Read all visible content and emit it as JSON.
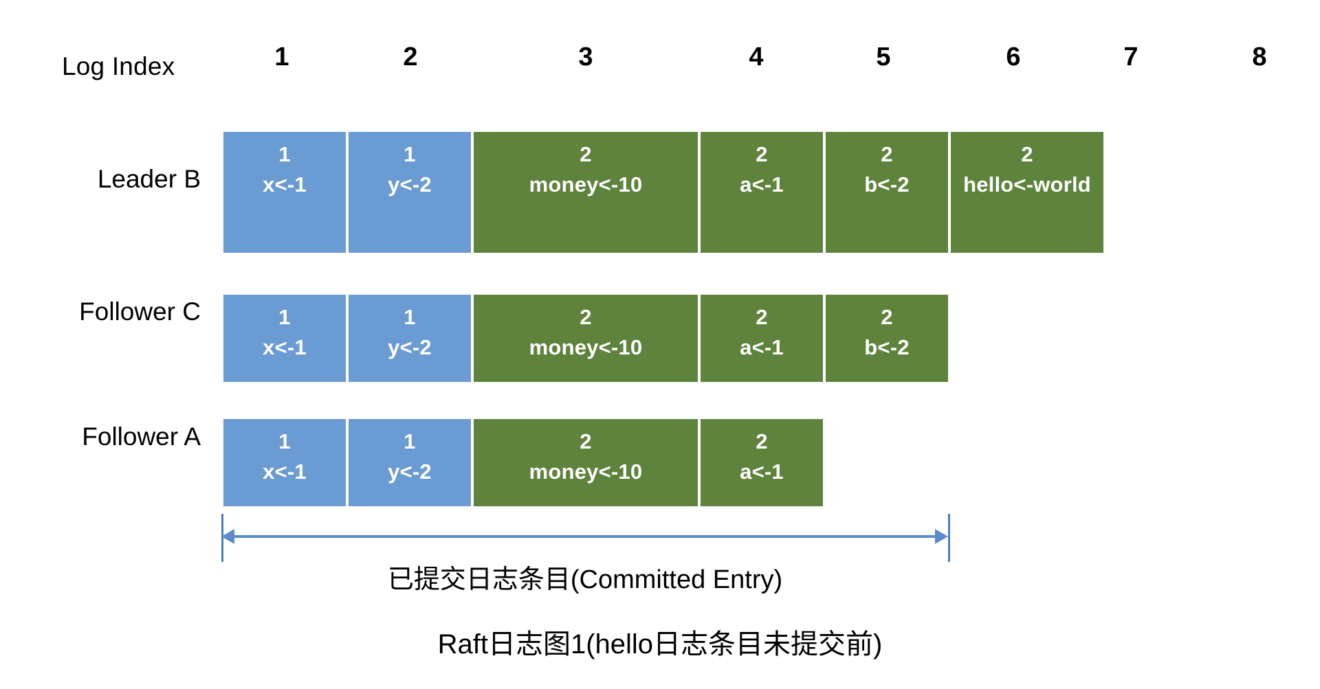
{
  "header": {
    "index_label": "Log Index",
    "indices": [
      "1",
      "2",
      "3",
      "4",
      "5",
      "6",
      "7",
      "8"
    ]
  },
  "colors": {
    "term1": "#6A9BD3",
    "term2": "#5E833C",
    "arrow": "#5B8BCC",
    "text_on_cell": "#FFFFFF",
    "background": "#FFFFFF"
  },
  "rows": [
    {
      "label": "Leader B",
      "entries": [
        {
          "term": "1",
          "command": "x<-1"
        },
        {
          "term": "1",
          "command": "y<-2"
        },
        {
          "term": "2",
          "command": "money<-10"
        },
        {
          "term": "2",
          "command": "a<-1"
        },
        {
          "term": "2",
          "command": "b<-2"
        },
        {
          "term": "2",
          "command": "hello<-world"
        }
      ]
    },
    {
      "label": "Follower C",
      "entries": [
        {
          "term": "1",
          "command": "x<-1"
        },
        {
          "term": "1",
          "command": "y<-2"
        },
        {
          "term": "2",
          "command": "money<-10"
        },
        {
          "term": "2",
          "command": "a<-1"
        },
        {
          "term": "2",
          "command": "b<-2"
        }
      ]
    },
    {
      "label": "Follower A",
      "entries": [
        {
          "term": "1",
          "command": "x<-1"
        },
        {
          "term": "1",
          "command": "y<-2"
        },
        {
          "term": "2",
          "command": "money<-10"
        },
        {
          "term": "2",
          "command": "a<-1"
        }
      ]
    }
  ],
  "annotations": {
    "committed_range_label": "已提交日志条目(Committed Entry)",
    "figure_caption": "Raft日志图1(hello日志条目未提交前)"
  }
}
